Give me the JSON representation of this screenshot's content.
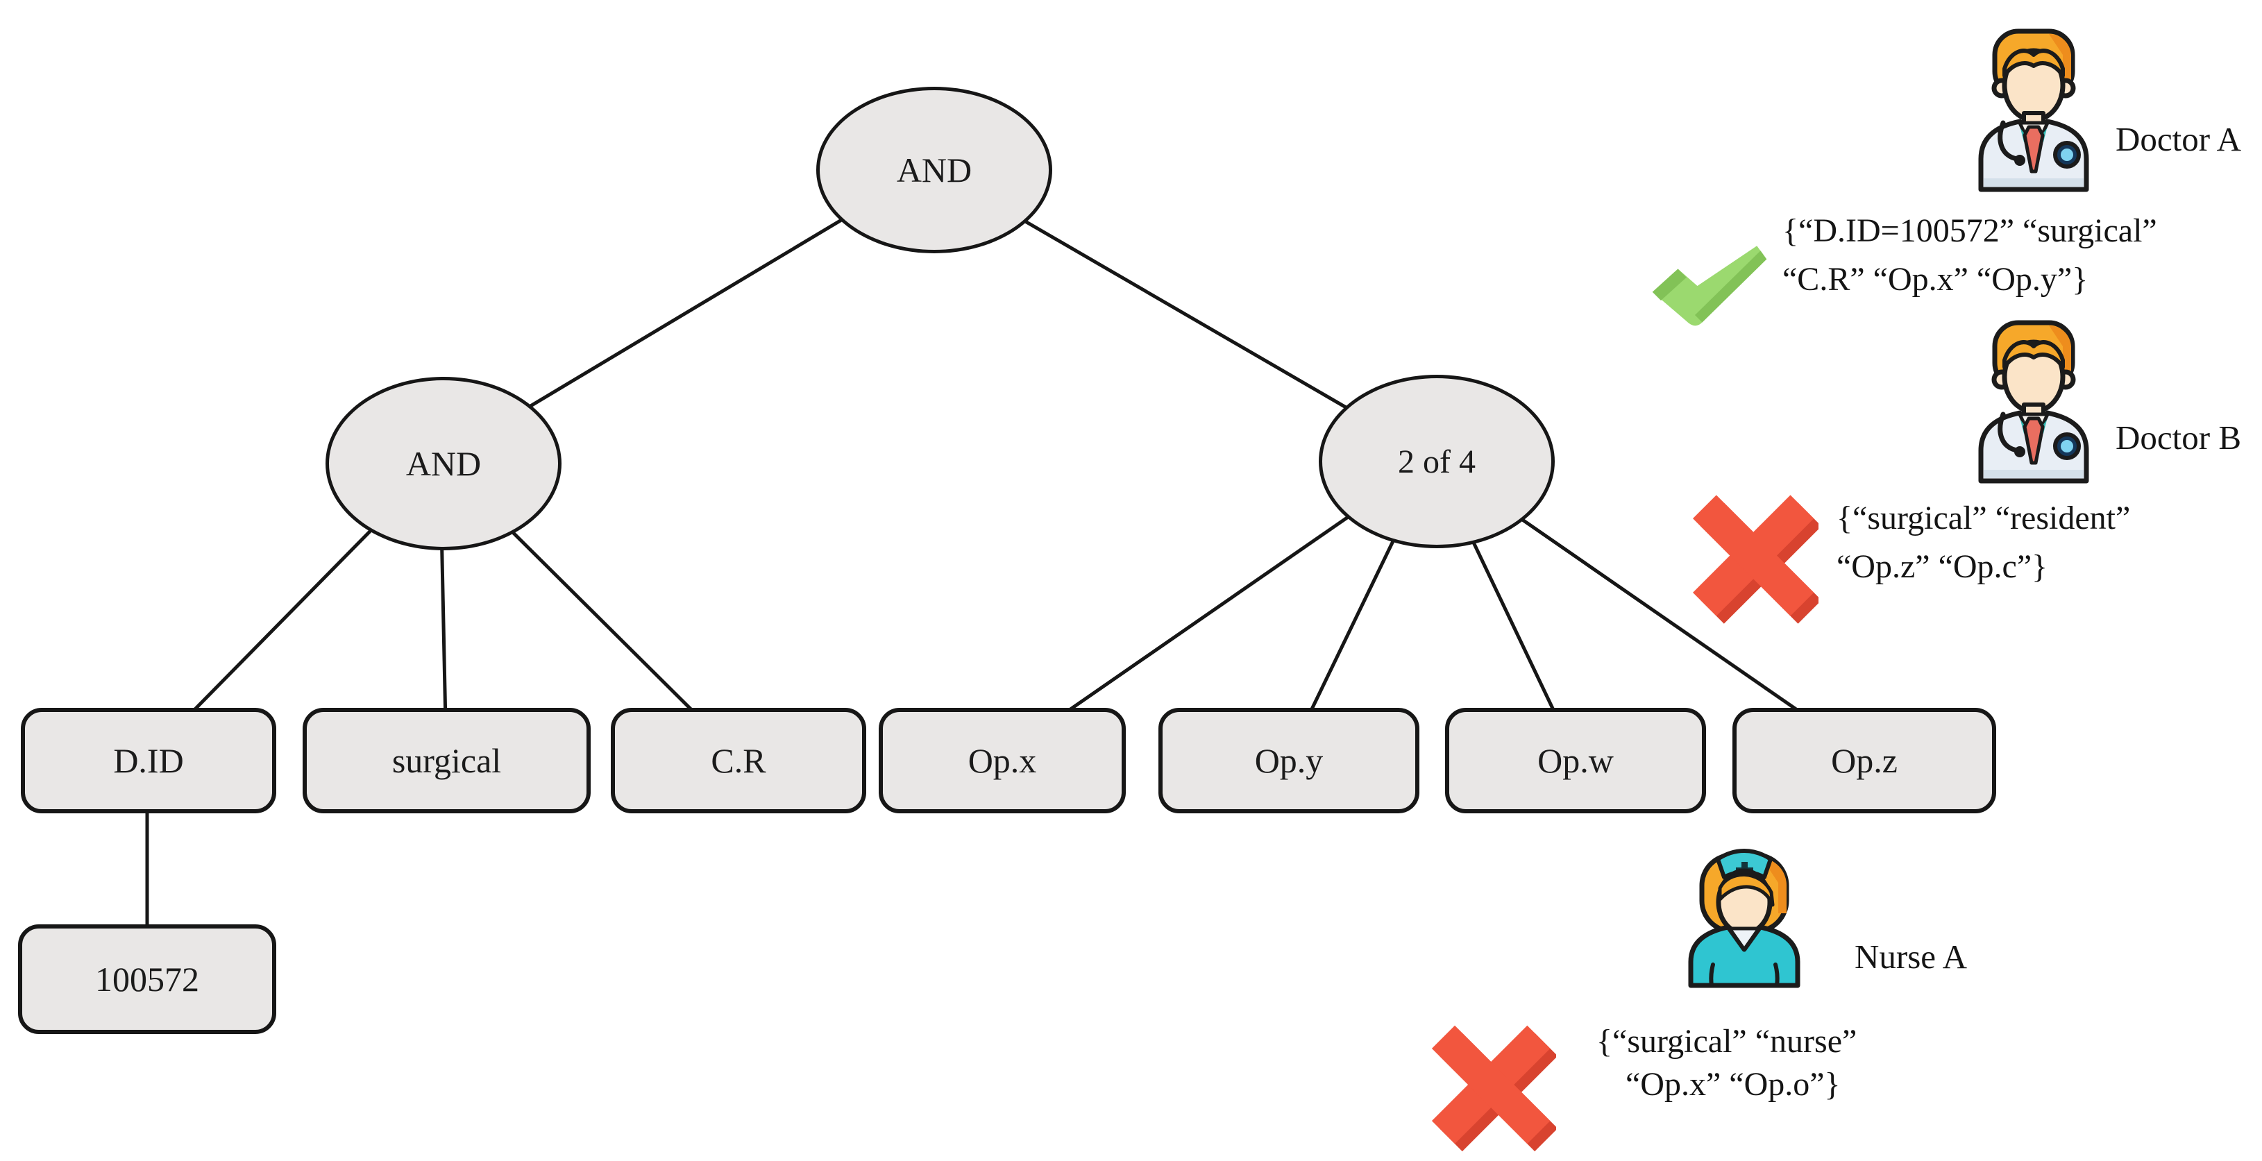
{
  "figure": {
    "description": "Attribute-based access policy tree with example users",
    "colors": {
      "node_fill": "#e9e7e6",
      "outline": "#161616",
      "check_green": "#9bd96f",
      "check_green_dark": "#82c257",
      "cross_red": "#f2563e",
      "cross_red_dark": "#d8432f",
      "hair_orange": "#f6a82a",
      "skin": "#fbe4c8",
      "coat_blue": "#e8eef5",
      "scrub_teal": "#2fc5d1",
      "tie_red": "#e96e60"
    }
  },
  "tree": {
    "root_gate": "AND",
    "left_gate": "AND",
    "threshold_gate": "2 of 4",
    "leaves": [
      "D.ID",
      "surgical",
      "C.R",
      "Op.x",
      "Op.y",
      "Op.w",
      "Op.z"
    ],
    "id_value": "100572"
  },
  "users": [
    {
      "name": "Doctor A",
      "result": "satisfies-policy",
      "attributes_line1": "{“D.ID=100572” “surgical”",
      "attributes_line2": "“C.R” “Op.x” “Op.y”}"
    },
    {
      "name": "Doctor B",
      "result": "fails-policy",
      "attributes_line1": "{“surgical” “resident”",
      "attributes_line2": "“Op.z” “Op.c”}"
    },
    {
      "name": "Nurse A",
      "result": "fails-policy",
      "attributes_line1": "{“surgical” “nurse”",
      "attributes_line2": "“Op.x” “Op.o”}"
    }
  ]
}
